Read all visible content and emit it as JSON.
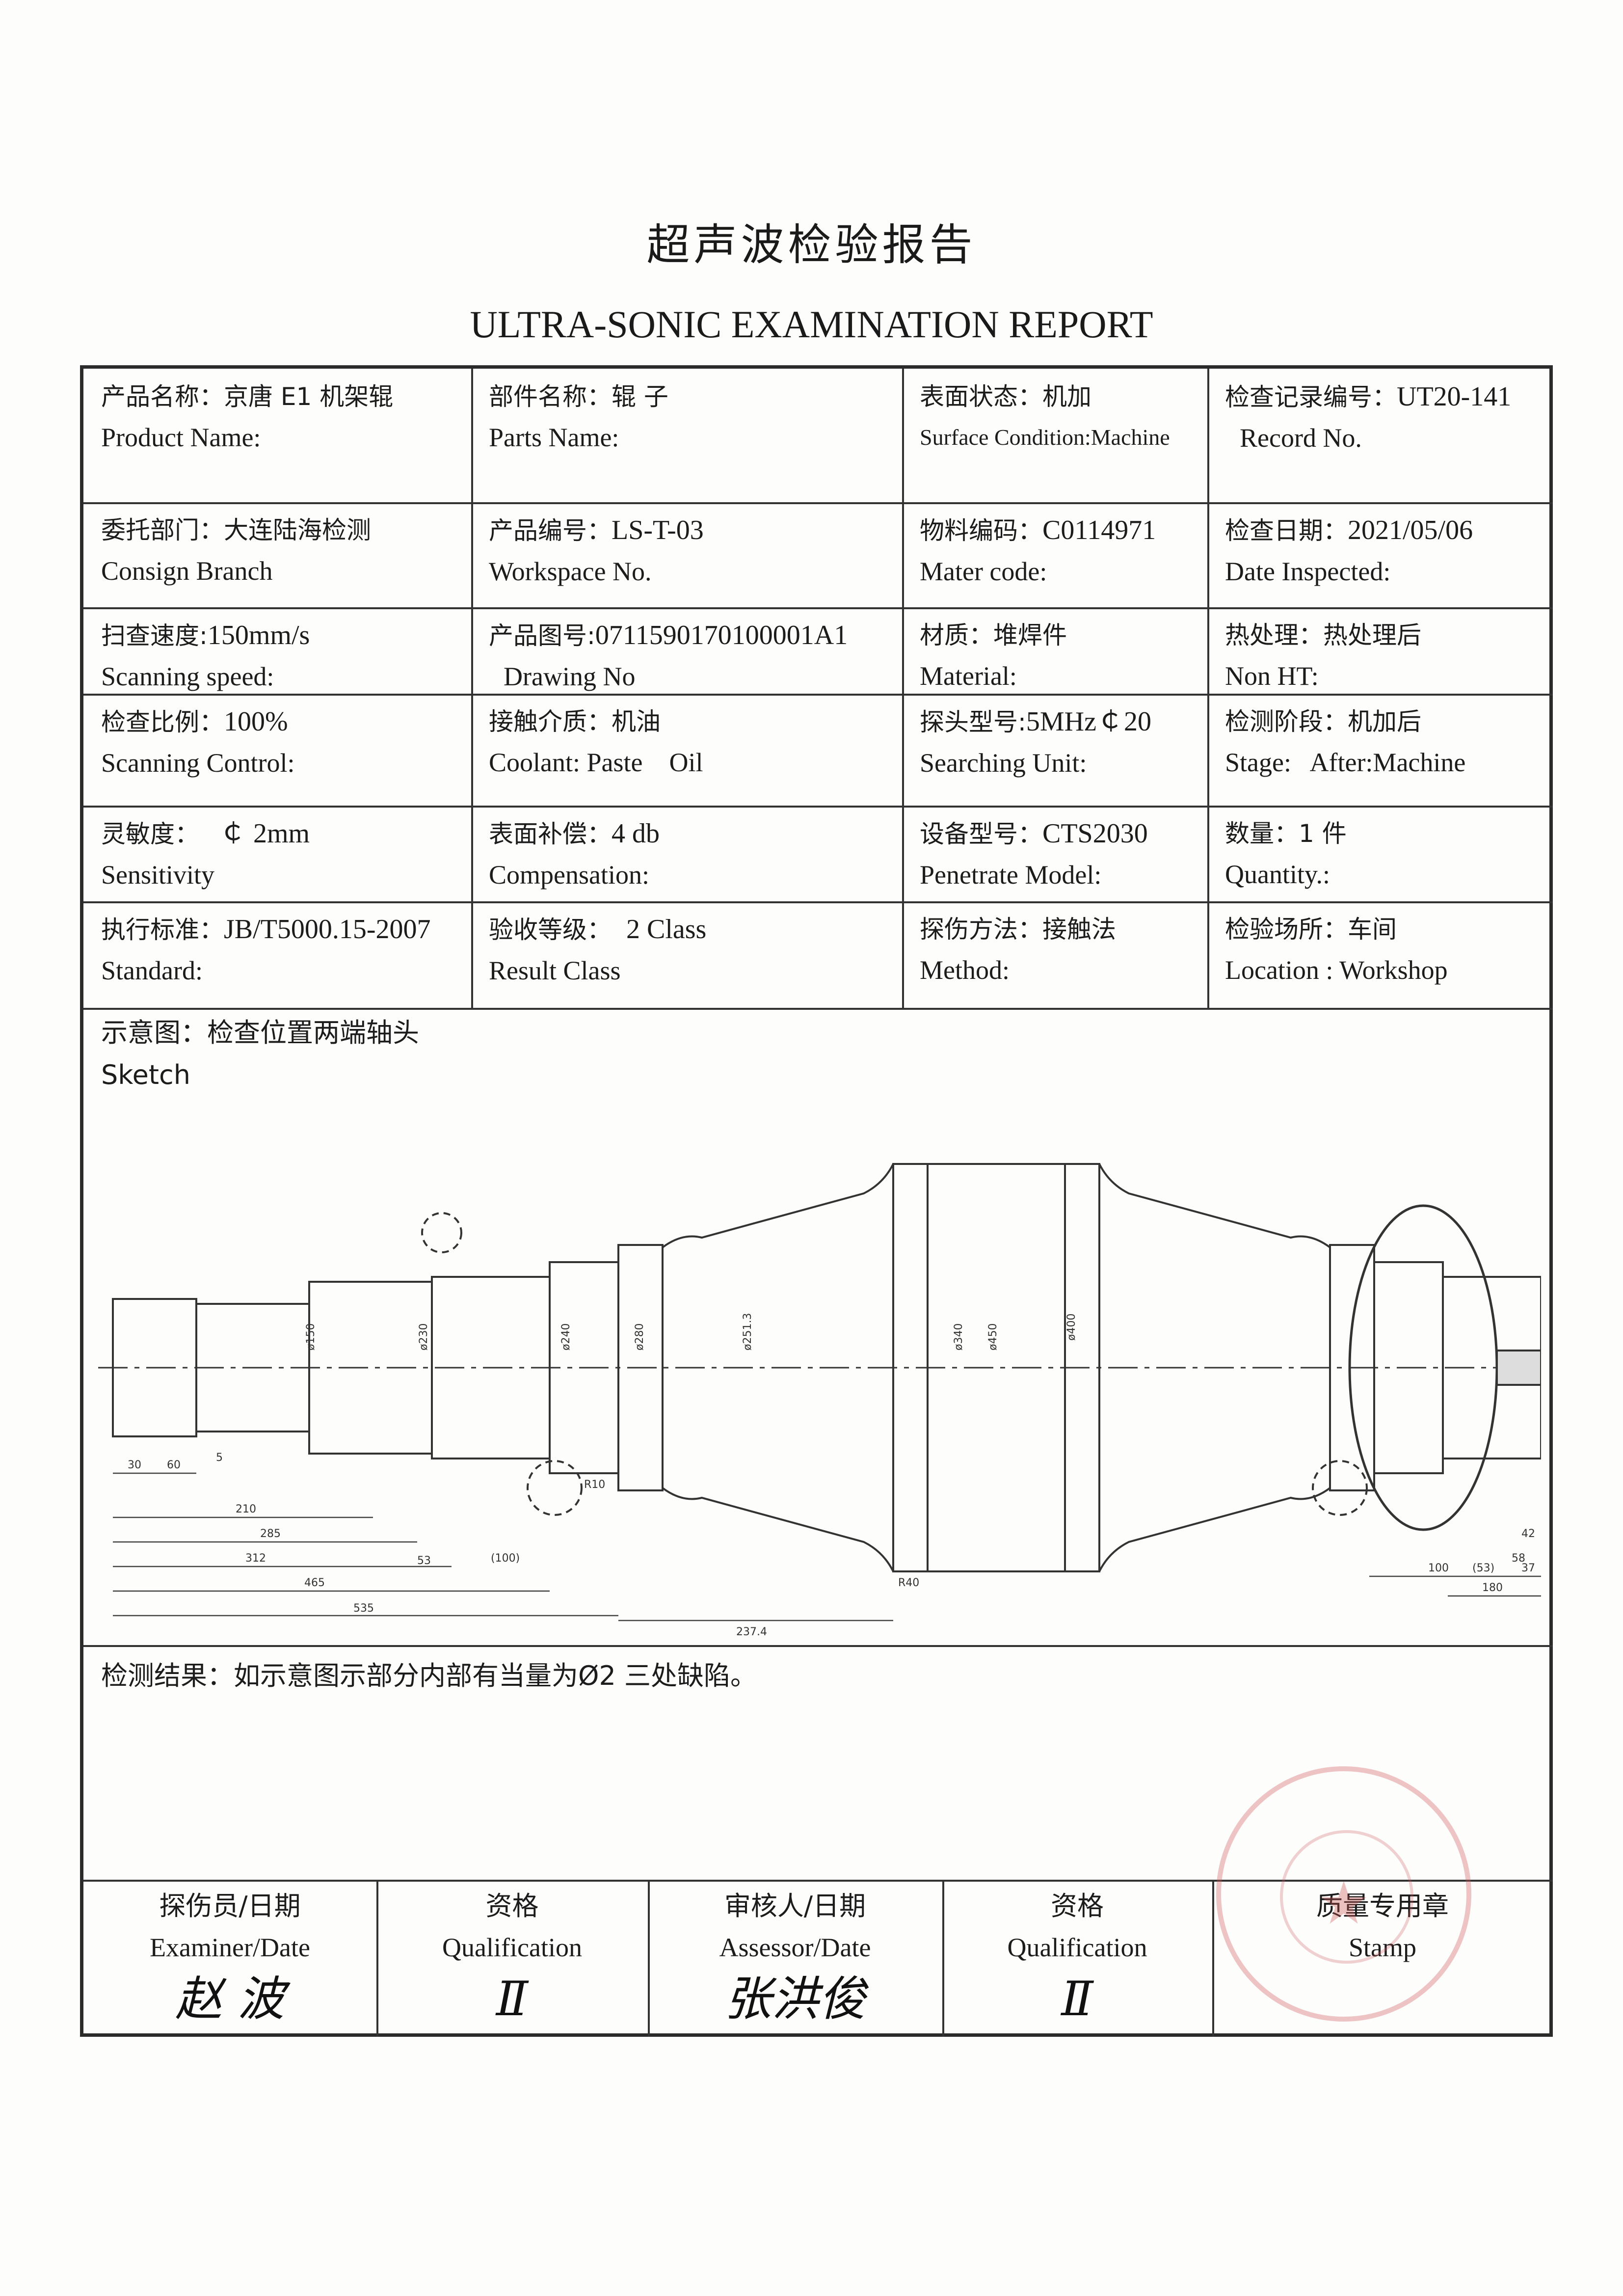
{
  "title": {
    "cn": "超声波检验报告",
    "en": "ULTRA-SONIC EXAMINATION REPORT"
  },
  "rows": [
    [
      {
        "label_cn": "产品名称：",
        "value": "京唐 E1 机架辊",
        "label_en": "Product Name:"
      },
      {
        "label_cn": "部件名称：",
        "value": "辊 子",
        "label_en": "Parts Name:"
      },
      {
        "label_cn": "表面状态：",
        "value": "机加",
        "label_en": "Surface Condition:Machine"
      },
      {
        "label_cn": "检查记录编号：",
        "value": "UT20-141",
        "label_en": "Record No."
      }
    ],
    [
      {
        "label_cn": "委托部门：",
        "value": "大连陆海检测",
        "label_en": "Consign Branch"
      },
      {
        "label_cn": "产品编号：",
        "value": "LS-T-03",
        "label_en": "Workspace No."
      },
      {
        "label_cn": "物料编码：",
        "value": "C0114971",
        "label_en": "Mater code:"
      },
      {
        "label_cn": "检查日期：",
        "value": "2021/05/06",
        "label_en": "Date Inspected:"
      }
    ],
    [
      {
        "label_cn": "扫查速度:",
        "value": "150mm/s",
        "label_en": "Scanning speed:"
      },
      {
        "label_cn": "产品图号:",
        "value": "0711590170100001A1",
        "label_en": "Drawing No"
      },
      {
        "label_cn": "材质：",
        "value": "堆焊件",
        "label_en": "Material:"
      },
      {
        "label_cn": "热处理：",
        "value": "热处理后",
        "label_en": "Non HT:"
      }
    ],
    [
      {
        "label_cn": "检查比例：",
        "value": "100%",
        "label_en": "Scanning Control:"
      },
      {
        "label_cn": "接触介质：",
        "value": "机油",
        "label_en": "Coolant: Paste    Oil"
      },
      {
        "label_cn": "探头型号:",
        "value": "5MHz￠20",
        "label_en": "Searching Unit:"
      },
      {
        "label_cn": "检测阶段：",
        "value": "机加后",
        "label_en": "Stage:   After:Machine"
      }
    ],
    [
      {
        "label_cn": "灵敏度：",
        "value": "￠ 2mm",
        "label_en": "Sensitivity"
      },
      {
        "label_cn": "表面补偿：",
        "value": "4 db",
        "label_en": "Compensation:"
      },
      {
        "label_cn": "设备型号：",
        "value": "CTS2030",
        "label_en": "Penetrate Model:"
      },
      {
        "label_cn": "数量：",
        "value": "1 件",
        "label_en": "Quantity.:"
      }
    ],
    [
      {
        "label_cn": "执行标准：",
        "value": "JB/T5000.15-2007",
        "label_en": "Standard:"
      },
      {
        "label_cn": "验收等级：",
        "value": "2 Class",
        "label_en": "Result Class"
      },
      {
        "label_cn": "探伤方法：",
        "value": "接触法",
        "label_en": "Method:"
      },
      {
        "label_cn": "检验场所：",
        "value": "车间",
        "label_en": "Location : Workshop"
      }
    ]
  ],
  "sketch": {
    "label_cn": "示意图：检查位置两端轴头",
    "label_en": "Sketch",
    "dims": [
      "30",
      "60",
      "5",
      "210",
      "285",
      "312",
      "465",
      "535",
      "53",
      "(100)",
      "237.4",
      "ø400",
      "ø450",
      "ø340",
      "ø251.3",
      "ø280",
      "ø240",
      "ø230",
      "ø150",
      "R10",
      "R40",
      "42",
      "58",
      "100",
      "(53)",
      "37",
      "180"
    ]
  },
  "result": "检测结果：如示意图示部分内部有当量为Ø2 三处缺陷。",
  "signatures": [
    {
      "cn": "探伤员/日期",
      "en": "Examiner/Date",
      "hand": "赵 波"
    },
    {
      "cn": "资格",
      "en": "Qualification",
      "hand": "Ⅱ"
    },
    {
      "cn": "审核人/日期",
      "en": "Assessor/Date",
      "hand": "张洪俊"
    },
    {
      "cn": "资格",
      "en": "Qualification",
      "hand": "Ⅱ"
    },
    {
      "cn": "质量专用章",
      "en": "Stamp",
      "hand": ""
    }
  ]
}
